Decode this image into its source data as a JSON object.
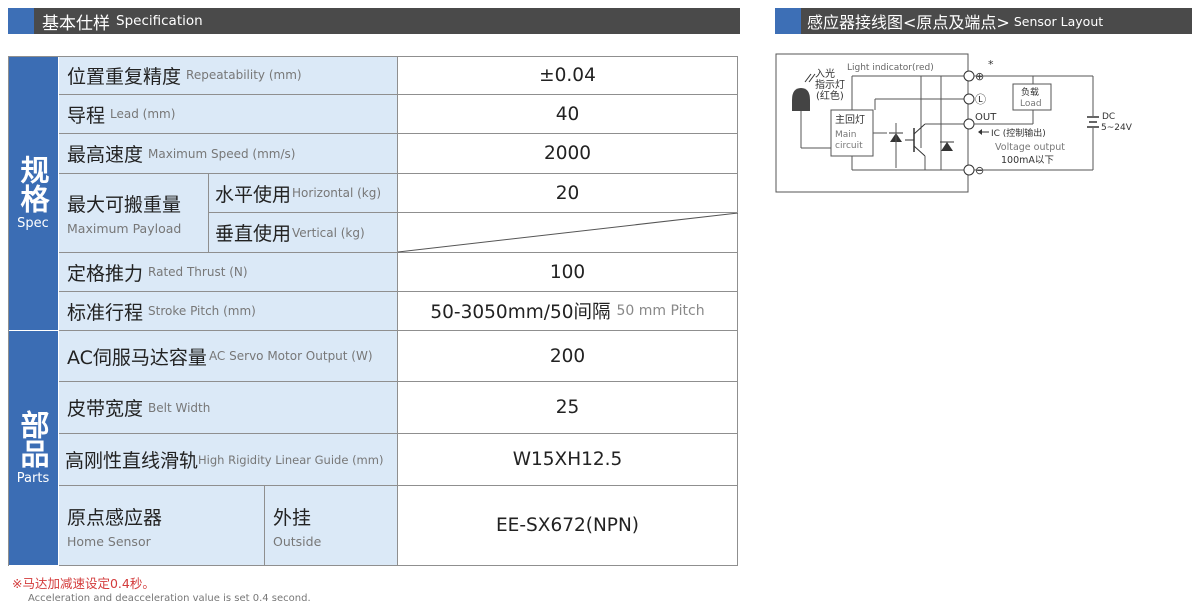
{
  "spec_header": {
    "cn": "基本仕样",
    "en": "Specification"
  },
  "sensor_header": {
    "cn": "感应器接线图<原点及端点>",
    "en": "Sensor Layout"
  },
  "spec_table": {
    "spec_group": {
      "cn": "规格",
      "en": "Spec"
    },
    "parts_group": {
      "cn": "部品",
      "en": "Parts"
    },
    "rows": {
      "repeatability": {
        "cn": "位置重复精度",
        "en": "Repeatability (mm)",
        "value": "±0.04"
      },
      "lead": {
        "cn": "导程",
        "en": "Lead (mm)",
        "value": "40"
      },
      "max_speed": {
        "cn": "最高速度",
        "en": "Maximum Speed (mm/s)",
        "value": "2000"
      },
      "payload": {
        "cn": "最大可搬重量",
        "en": "Maximum Payload",
        "horizontal": {
          "cn": "水平使用",
          "en": "Horizontal (kg)",
          "value": "20"
        },
        "vertical": {
          "cn": "垂直使用",
          "en": "Vertical (kg)",
          "value": ""
        }
      },
      "thrust": {
        "cn": "定格推力",
        "en": "Rated Thrust (N)",
        "value": "100"
      },
      "stroke": {
        "cn": "标准行程",
        "en": "Stroke Pitch (mm)",
        "value": "50-3050mm/50间隔",
        "value_en": "50 mm Pitch"
      },
      "motor": {
        "cn": "AC伺服马达容量",
        "en": "AC Servo Motor Output (W)",
        "value": "200"
      },
      "belt": {
        "cn": "皮带宽度",
        "en": "Belt Width",
        "value": "25"
      },
      "guide": {
        "cn": "高刚性直线滑轨",
        "en": "High Rigidity Linear Guide (mm)",
        "value": "W15XH12.5"
      },
      "home_sensor": {
        "cn": "原点感应器",
        "en": "Home Sensor",
        "mount_cn": "外挂",
        "mount_en": "Outside",
        "value": "EE-SX672(NPN)"
      }
    }
  },
  "footnote": {
    "cn": "※马达加减速设定0.4秒。",
    "en": "Acceleration and deacceleration value is set 0.4 second."
  },
  "sensor_diagram": {
    "light_indicator": "Light indicator(red)",
    "light_in": "入光",
    "indicator_cn": "指示灯",
    "red_cn": "(红色)",
    "main_circuit_cn": "主回灯",
    "main_circuit_en_1": "Main",
    "main_circuit_en_2": "circuit",
    "load_cn": "负载",
    "load_en": "Load",
    "out": "OUT",
    "ic_label": "IC (控制输出)",
    "voltage_output": "Voltage output",
    "current_limit": "100mA以下",
    "dc": "DC",
    "dc_range": "5~24V",
    "star": "*",
    "plus": "⊕",
    "minus": "⊖",
    "l_terminal": "Ⓛ",
    "colors": {
      "header_bg": "#4a4a4a",
      "accent": "#3d6fb6",
      "category": "#3b6db4",
      "label_bg": "#dbe9f7",
      "note_red": "#d33b3b"
    }
  }
}
